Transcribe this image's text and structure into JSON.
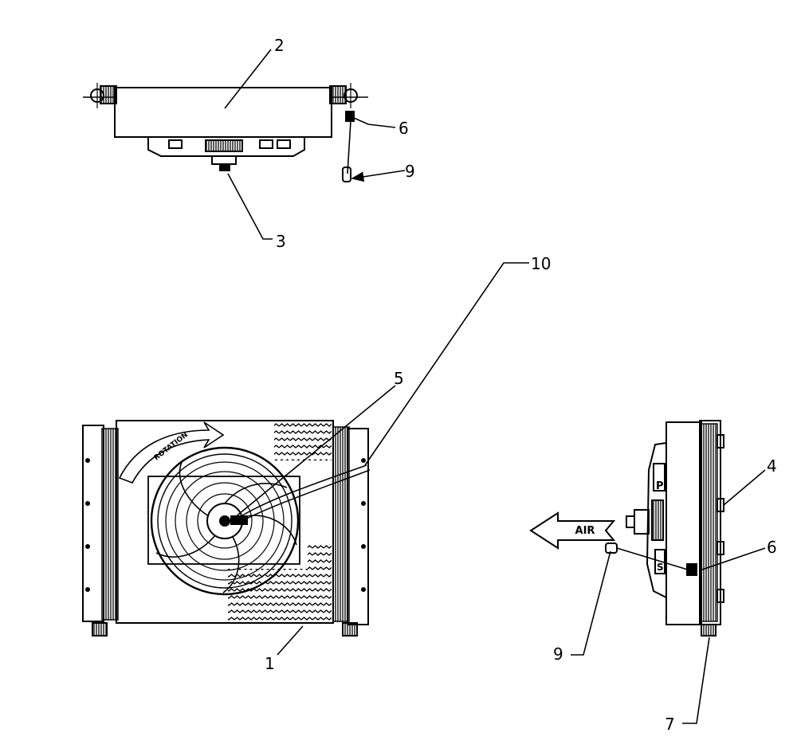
{
  "callouts": {
    "c1": "1",
    "c2": "2",
    "c3": "3",
    "c4": "4",
    "c5": "5",
    "c6_top": "6",
    "c6_side": "6",
    "c7": "7",
    "c9_top": "9",
    "c9_side": "9",
    "c10": "10"
  },
  "labels": {
    "air": "AIR",
    "rotation": "ROTATION",
    "mark_p": "P",
    "mark_s": "S"
  },
  "colors": {
    "ink": "#000000",
    "paper": "#ffffff"
  }
}
